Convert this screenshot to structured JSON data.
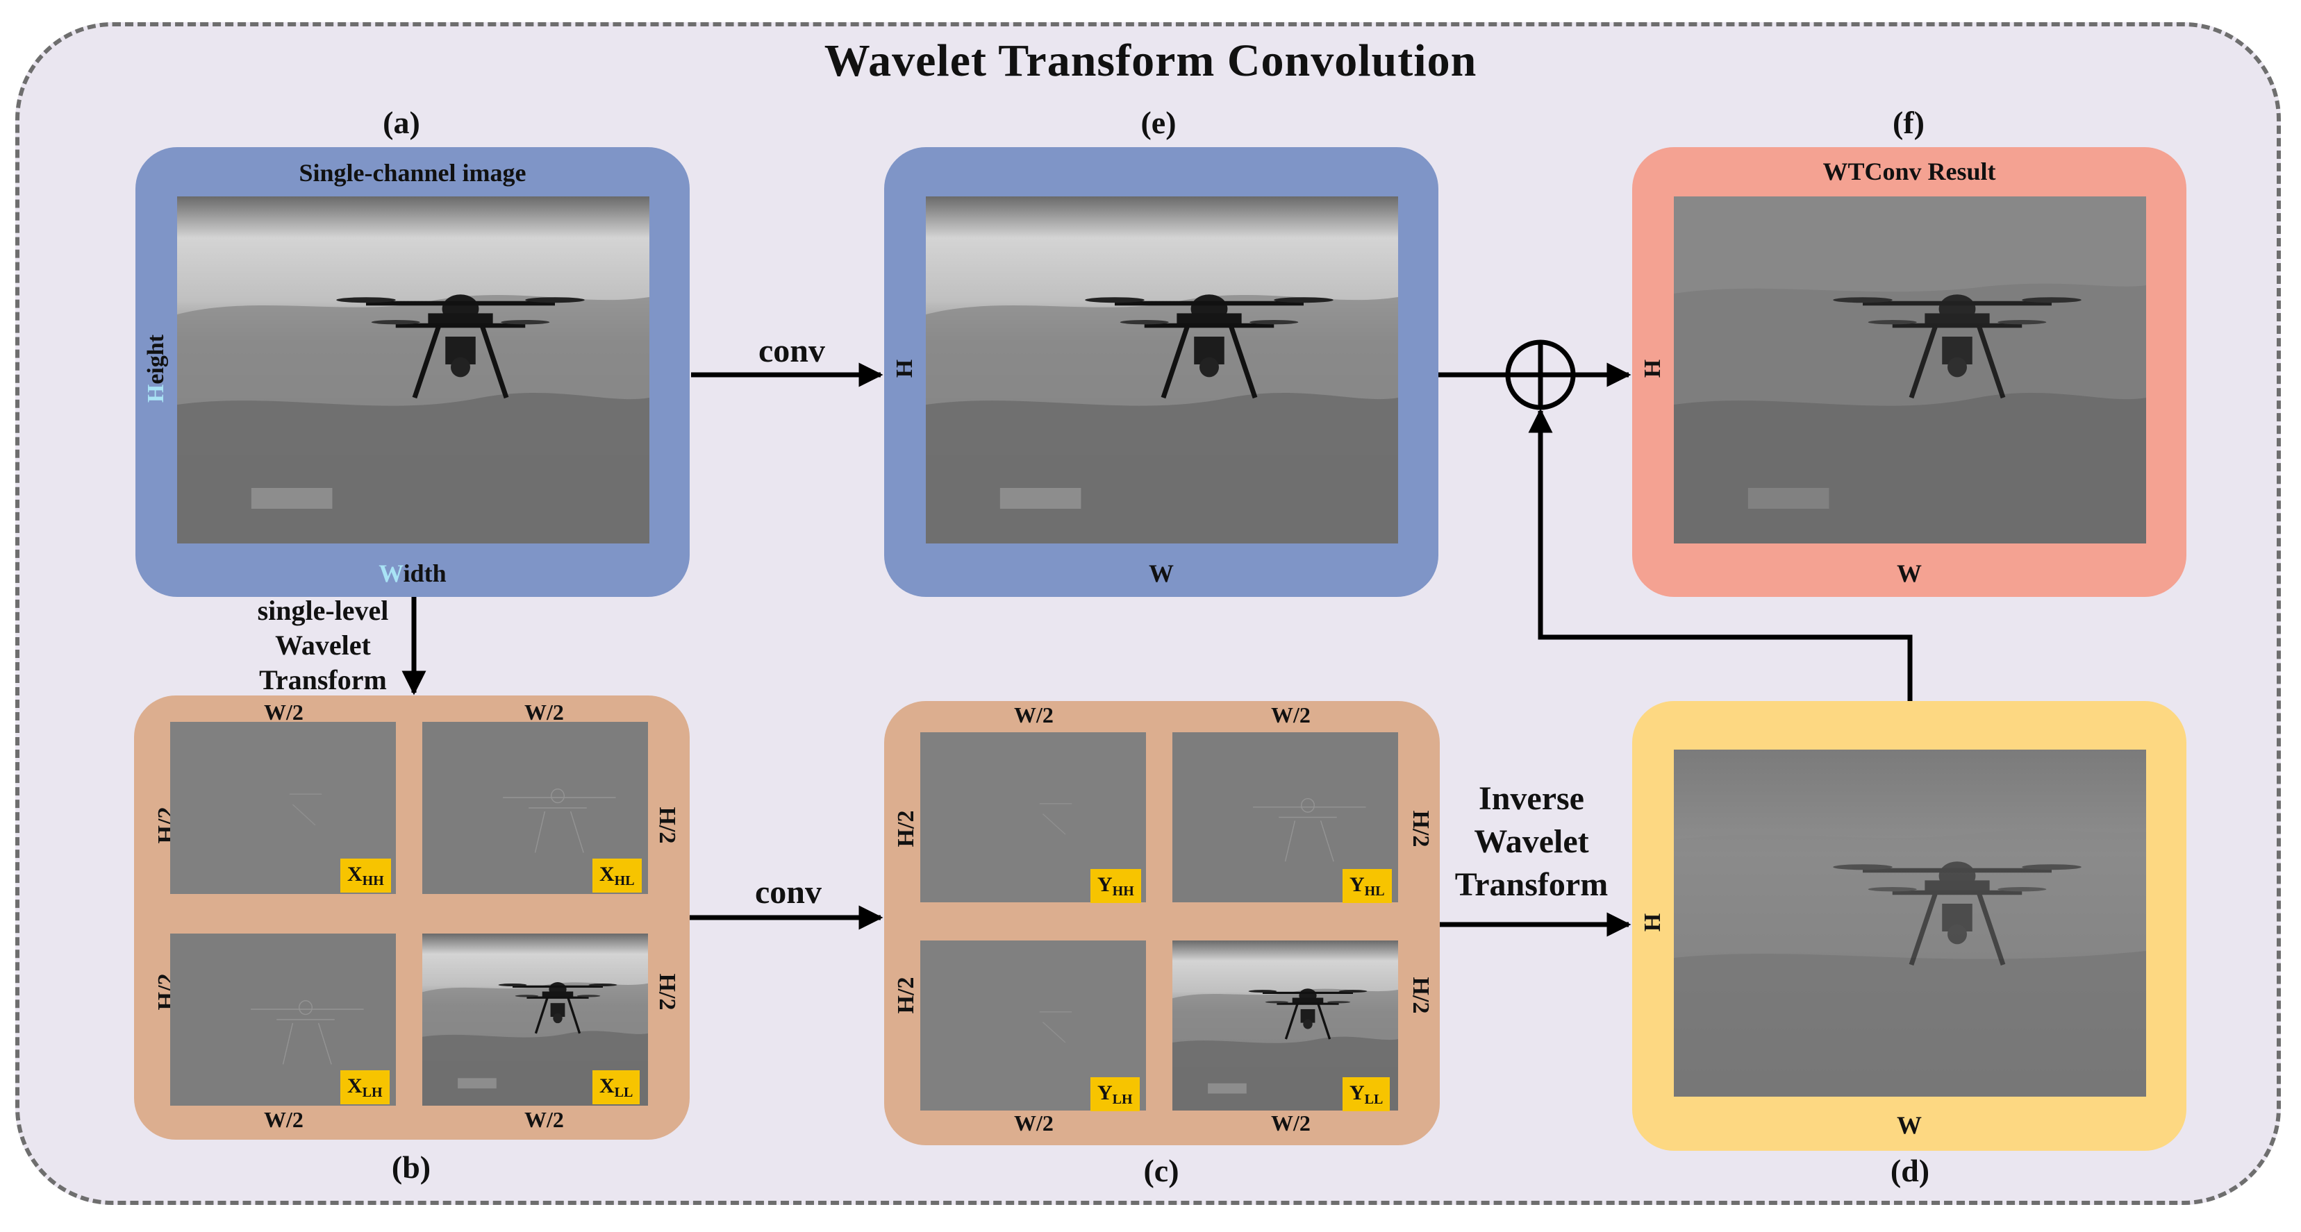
{
  "title": "Wavelet Transform Convolution",
  "panels": {
    "a": {
      "letter": "(a)",
      "caption": "Single-channel image",
      "h_label_first": "H",
      "h_label_rest": "eight",
      "w_label_first": "W",
      "w_label_rest": "idth"
    },
    "e": {
      "letter": "(e)",
      "h_label": "H",
      "w_label": "W"
    },
    "f": {
      "letter": "(f)",
      "caption": "WTConv Result",
      "h_label": "H",
      "w_label": "W"
    },
    "b": {
      "letter": "(b)",
      "w_half": "W/2",
      "h_half": "H/2",
      "tags": {
        "hh": "X",
        "hh_sub": "HH",
        "hl": "X",
        "hl_sub": "HL",
        "lh": "X",
        "lh_sub": "LH",
        "ll": "X",
        "ll_sub": "LL"
      }
    },
    "c": {
      "letter": "(c)",
      "w_half": "W/2",
      "h_half": "H/2",
      "tags": {
        "hh": "Y",
        "hh_sub": "HH",
        "hl": "Y",
        "hl_sub": "HL",
        "lh": "Y",
        "lh_sub": "LH",
        "ll": "Y",
        "ll_sub": "LL"
      }
    },
    "d": {
      "letter": "(d)",
      "h_label": "H",
      "w_label": "W"
    }
  },
  "arrows": {
    "conv_top": "conv",
    "conv_bottom": "conv",
    "wavelet_line1": "single-level",
    "wavelet_line2": "Wavelet",
    "wavelet_line3": "Transform",
    "inverse_line1": "Inverse",
    "inverse_line2": "Wavelet",
    "inverse_line3": "Transform"
  },
  "colors": {
    "blue_frame": "#7f95c7",
    "red_frame": "#f4a292",
    "tan_frame": "#dcae8f",
    "yellow_frame": "#fdd882",
    "tag_yellow": "#f7c400",
    "background": "#eae6f0"
  }
}
